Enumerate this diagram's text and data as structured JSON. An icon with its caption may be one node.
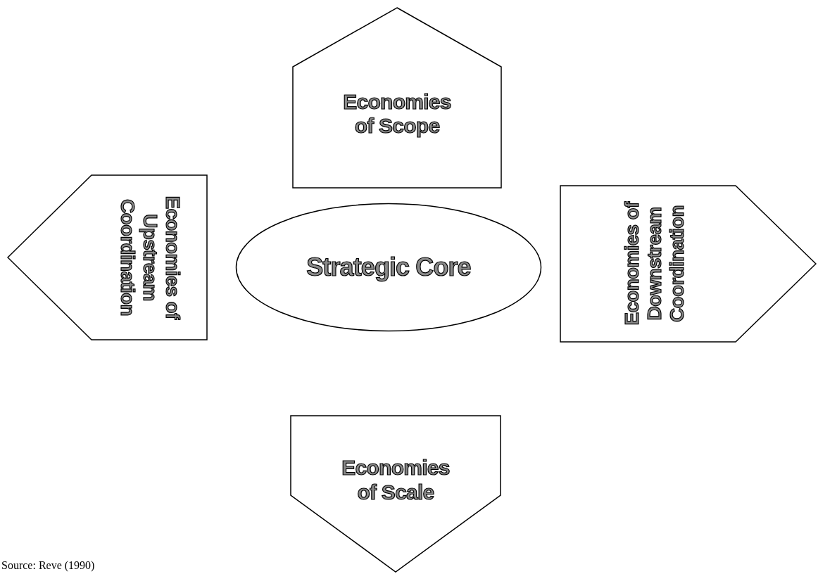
{
  "diagram": {
    "caption": "Source: Reve (1990)",
    "nodes": [
      {
        "text": [
          "Economies of Scope"
        ]
      },
      {
        "text": [
          "Economies of Upstream Coordination"
        ]
      },
      {
        "text": [
          "Strategic Core"
        ]
      },
      {
        "text": [
          "Economies of Downstream Coordination"
        ]
      },
      {
        "text": [
          "Economies of Scale"
        ]
      }
    ]
  }
}
